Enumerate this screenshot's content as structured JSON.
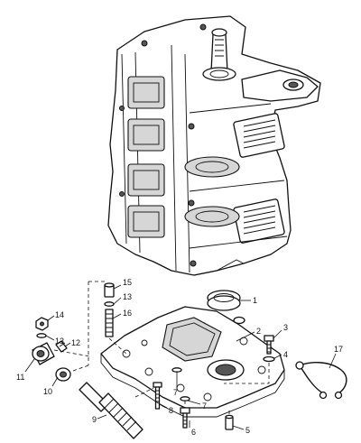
{
  "callouts": [
    {
      "id": "1",
      "label": "1"
    },
    {
      "id": "2",
      "label": "2"
    },
    {
      "id": "3",
      "label": "3"
    },
    {
      "id": "4",
      "label": "4"
    },
    {
      "id": "5",
      "label": "5"
    },
    {
      "id": "6",
      "label": "6"
    },
    {
      "id": "7a",
      "label": "7"
    },
    {
      "id": "7b",
      "label": "7"
    },
    {
      "id": "8",
      "label": "8"
    },
    {
      "id": "9",
      "label": "9"
    },
    {
      "id": "10",
      "label": "10"
    },
    {
      "id": "11",
      "label": "11"
    },
    {
      "id": "12",
      "label": "12"
    },
    {
      "id": "13a",
      "label": "13"
    },
    {
      "id": "13b",
      "label": "13"
    },
    {
      "id": "14",
      "label": "14"
    },
    {
      "id": "15",
      "label": "15"
    },
    {
      "id": "16",
      "label": "16"
    },
    {
      "id": "17",
      "label": "17"
    }
  ]
}
